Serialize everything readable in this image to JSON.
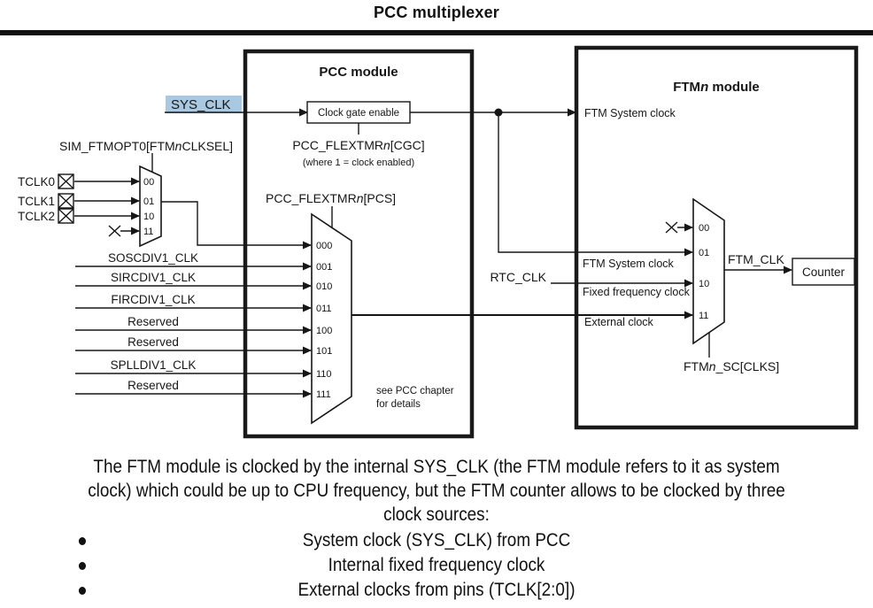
{
  "title": "PCC multiplexer",
  "inputs": {
    "sys_clk": "SYS_CLK",
    "rtc_clk": "RTC_CLK",
    "tclk_pins": [
      "TCLK0",
      "TCLK1",
      "TCLK2"
    ],
    "sim_mux_label": {
      "pre": "SIM_FTMOPT0[FTM",
      "n": "n",
      "post": "CLKSEL]"
    },
    "sim_mux_inputs": [
      "00",
      "01",
      "10",
      "11"
    ],
    "clock_sources": [
      "SOSCDIV1_CLK",
      "SIRCDIV1_CLK",
      "FIRCDIV1_CLK",
      "Reserved",
      "Reserved",
      "SPLLDIV1_CLK",
      "Reserved"
    ]
  },
  "pcc_module": {
    "title": "PCC module",
    "clock_gate_label": "Clock gate enable",
    "cgc": {
      "pre": "PCC_FLEXTMR",
      "n": "n",
      "post": "[CGC]"
    },
    "cgc_note": "(where 1 = clock enabled)",
    "pcs": {
      "pre": "PCC_FLEXTMR",
      "n": "n",
      "post": "[PCS]"
    },
    "pcs_mux_inputs": [
      "000",
      "001",
      "010",
      "011",
      "100",
      "101",
      "110",
      "111"
    ],
    "see_note_line1": "see PCC chapter",
    "see_note_line2": "for details"
  },
  "ftm_module": {
    "title": {
      "pre": "FTM",
      "n": "n",
      "post": " module"
    },
    "system_clock_in": "FTM System clock",
    "mux_inputs": [
      "00",
      "01",
      "10",
      "11"
    ],
    "input_labels": {
      "sys": "FTM System clock",
      "fixed": "Fixed frequency clock",
      "ext": "External clock"
    },
    "output": "FTM_CLK",
    "counter": "Counter",
    "clks": {
      "pre": "FTM",
      "n": "n",
      "post": "_SC[CLKS]"
    }
  },
  "footer": {
    "paragraph_lines": [
      "The FTM module is clocked by the internal SYS_CLK (the FTM module refers to it as system",
      "clock) which could be up to CPU frequency, but the FTM counter allows to be clocked by three",
      "clock sources:"
    ],
    "bullets": [
      "System clock (SYS_CLK) from PCC",
      "Internal fixed frequency clock",
      "External clocks from pins (TCLK[2:0])"
    ]
  },
  "colors": {
    "highlight": "#a9c8e2",
    "ink": "#161616"
  }
}
